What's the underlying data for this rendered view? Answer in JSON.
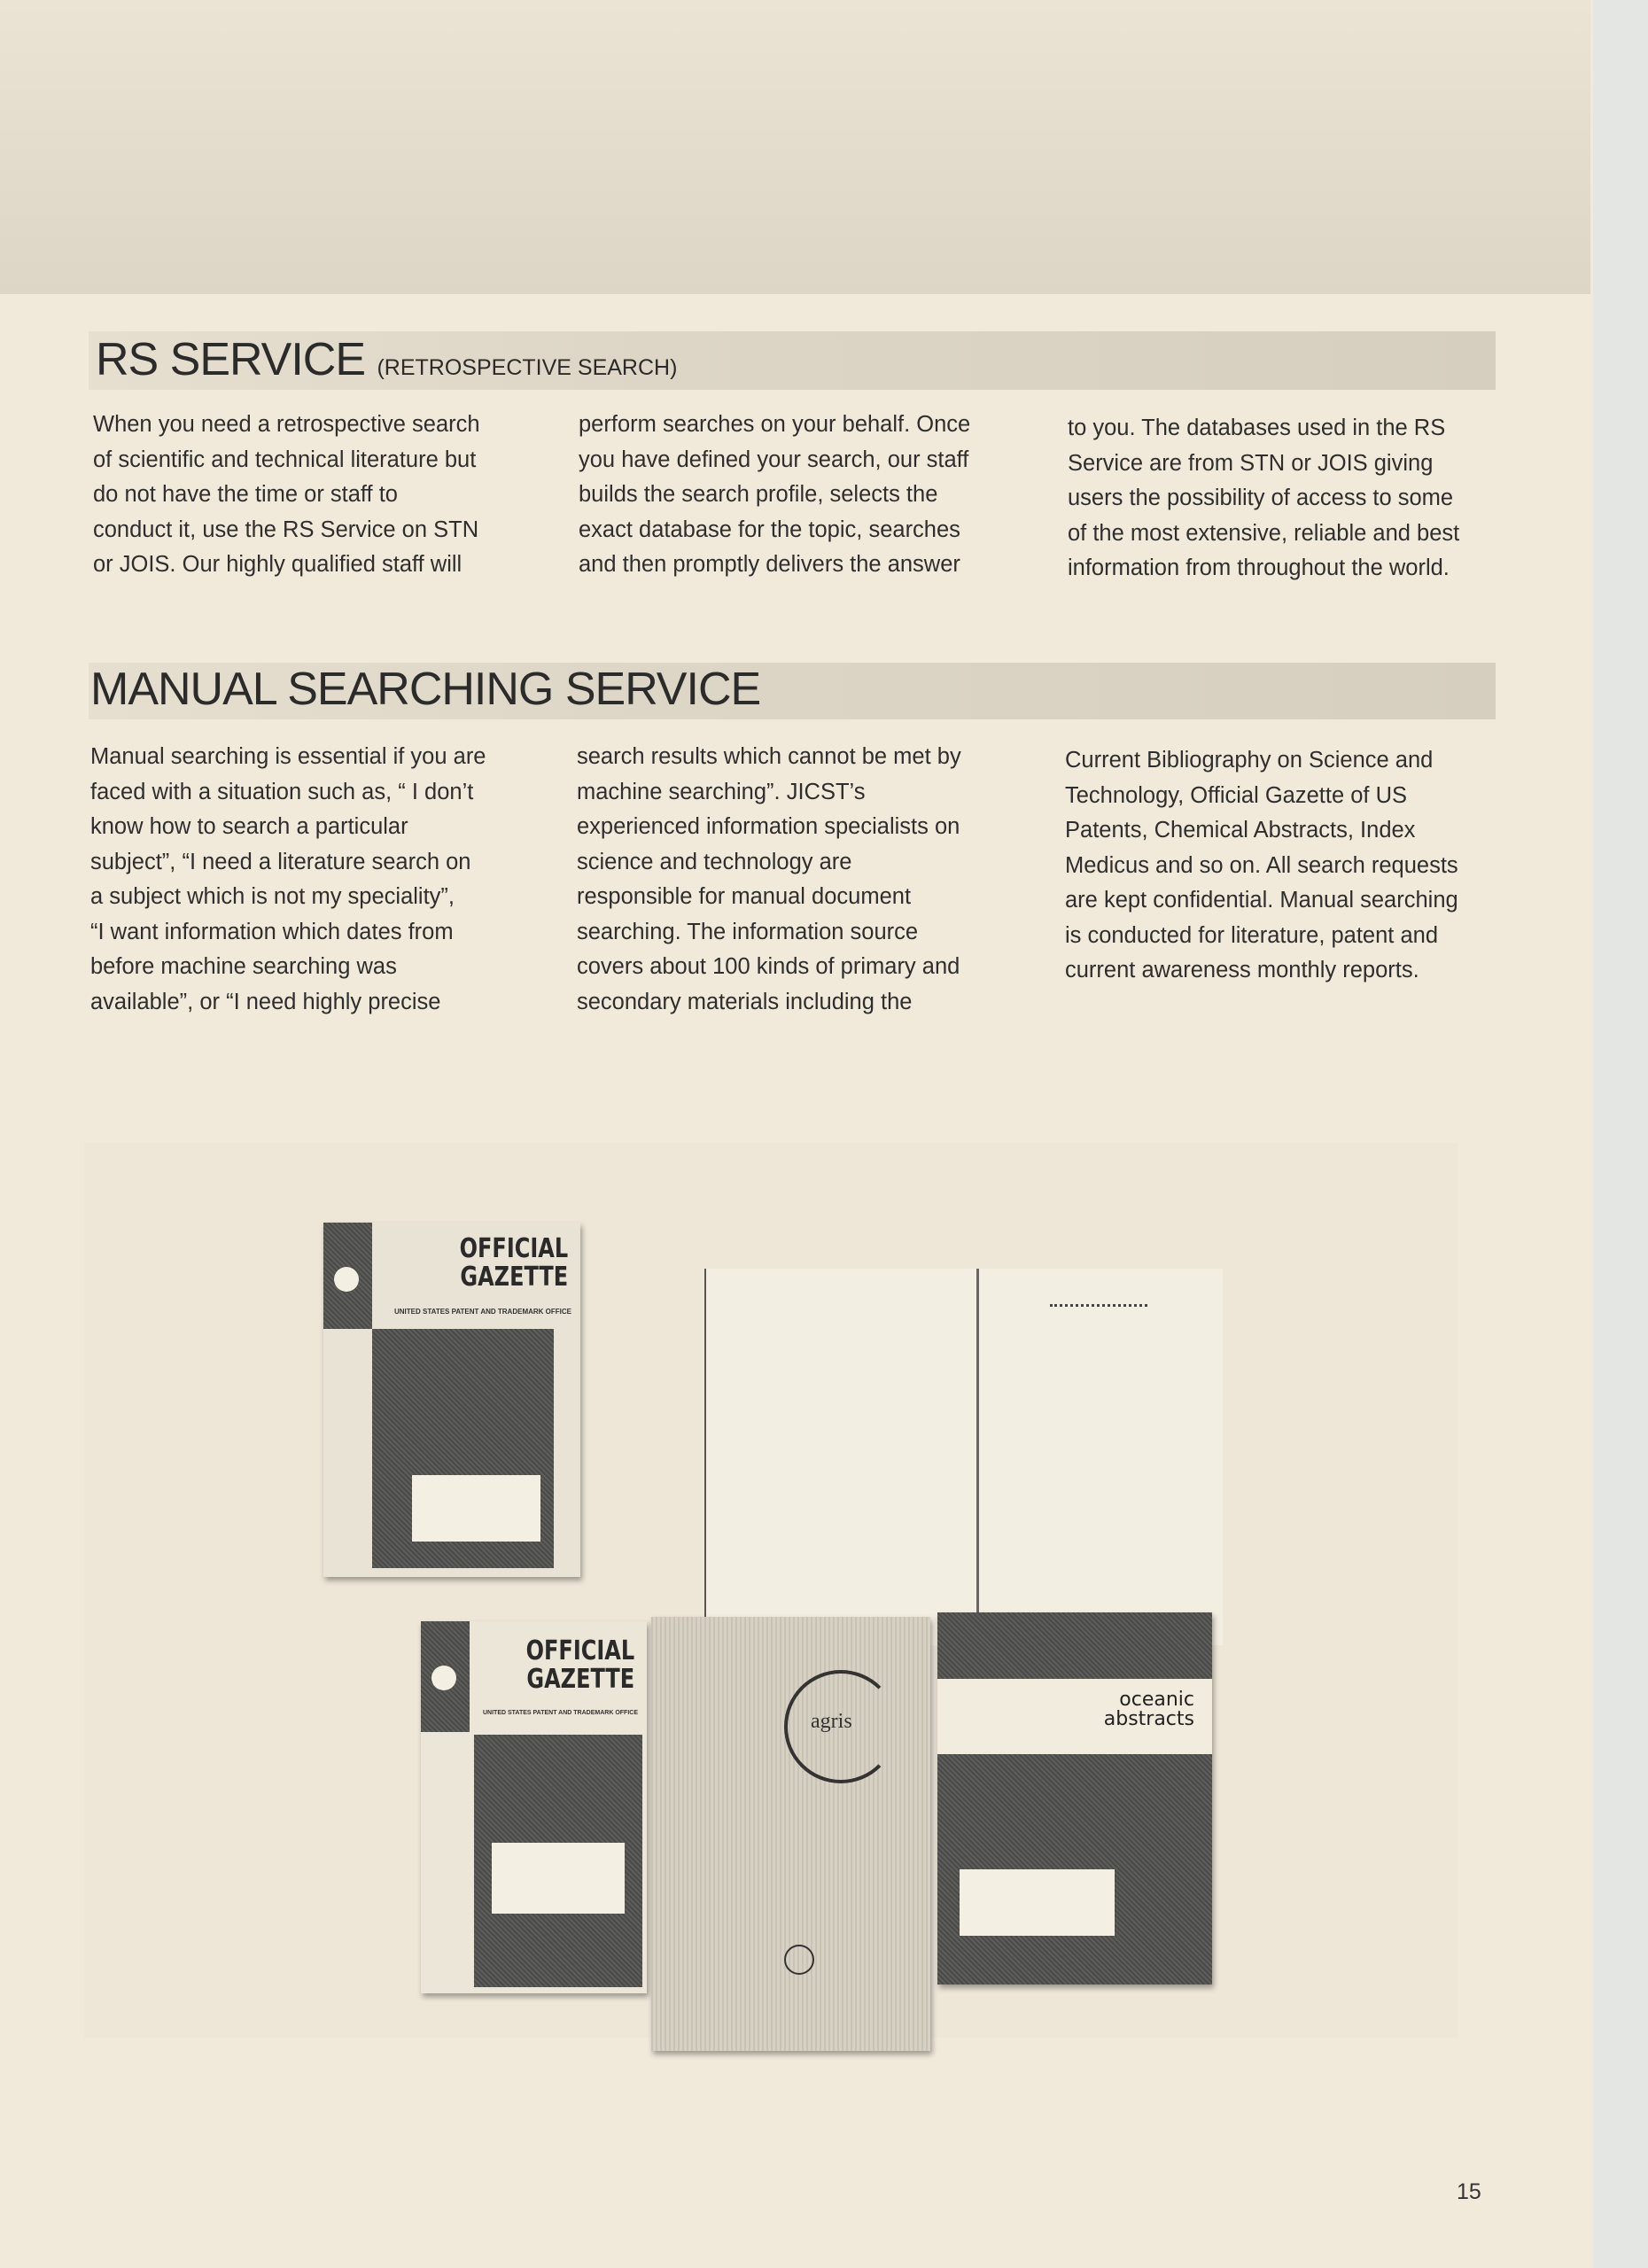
{
  "rs_service": {
    "title": "RS SERVICE",
    "subtitle": "(RETROSPECTIVE SEARCH)",
    "columns": [
      [
        "When you need a retrospective search",
        "of scientific and technical literature but",
        "do not have the time or staff to",
        "conduct it, use the RS Service on STN",
        "or JOIS. Our highly qualified staff will"
      ],
      [
        "perform searches on your behalf. Once",
        "you have defined your search, our staff",
        "builds the search profile, selects the",
        "exact database for the topic, searches",
        "and then promptly delivers the answer"
      ],
      [
        "to you. The databases used in the RS",
        "Service are from STN or JOIS giving",
        "users the possibility of access to some",
        "of the most extensive, reliable and best",
        "information from throughout the world."
      ]
    ]
  },
  "manual_service": {
    "title": "MANUAL SEARCHING SERVICE",
    "columns": [
      [
        "Manual searching is essential if you are",
        "faced with a situation such as, “ I don’t",
        "know how to search a particular",
        "subject”, “I need a literature search on",
        "a subject which is not my speciality”,",
        "“I want information which dates from",
        "before machine searching was",
        "available”, or “I need highly precise"
      ],
      [
        "search results which cannot be met by",
        "machine searching”. JICST’s",
        "experienced information specialists on",
        "science and technology are",
        "responsible for manual document",
        "searching. The information source",
        "covers about 100 kinds of primary and",
        "secondary materials including the"
      ],
      [
        "Current Bibliography on Science and",
        "Technology, Official Gazette of US",
        "Patents, Chemical Abstracts, Index",
        "Medicus and so on. All search requests",
        "are kept confidential. Manual searching",
        "is conducted for literature, patent and",
        "current awareness monthly reports."
      ]
    ]
  },
  "photo": {
    "gazette_title_1": "OFFICIAL",
    "gazette_title_2": "GAZETTE",
    "gazette_subtitle": "UNITED STATES PATENT AND TRADEMARK OFFICE",
    "agris_logo": "agris",
    "oceanic_1": "oceanic",
    "oceanic_2": "abstracts"
  },
  "page_number": "15"
}
